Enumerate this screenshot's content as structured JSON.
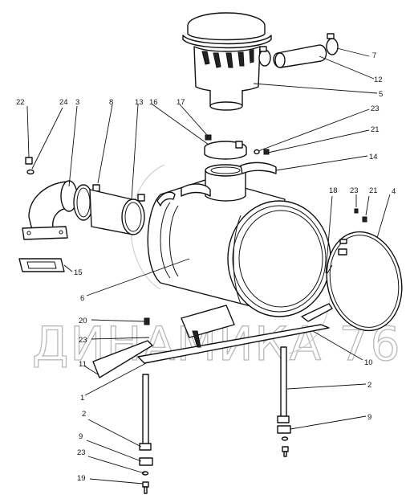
{
  "watermark": {
    "text": "ДИНАМИКА 76",
    "color": "#b8b8b8"
  },
  "callouts": [
    {
      "id": "c1",
      "label": "1"
    },
    {
      "id": "c2a",
      "label": "2"
    },
    {
      "id": "c2b",
      "label": "2"
    },
    {
      "id": "c3",
      "label": "3"
    },
    {
      "id": "c4",
      "label": "4"
    },
    {
      "id": "c5",
      "label": "5"
    },
    {
      "id": "c6",
      "label": "6"
    },
    {
      "id": "c7",
      "label": "7"
    },
    {
      "id": "c8",
      "label": "8"
    },
    {
      "id": "c9a",
      "label": "9"
    },
    {
      "id": "c9b",
      "label": "9"
    },
    {
      "id": "c10",
      "label": "10"
    },
    {
      "id": "c11",
      "label": "11"
    },
    {
      "id": "c12",
      "label": "12"
    },
    {
      "id": "c13",
      "label": "13"
    },
    {
      "id": "c14",
      "label": "14"
    },
    {
      "id": "c15",
      "label": "15"
    },
    {
      "id": "c16",
      "label": "16"
    },
    {
      "id": "c17",
      "label": "17"
    },
    {
      "id": "c18",
      "label": "18"
    },
    {
      "id": "c19",
      "label": "19"
    },
    {
      "id": "c20",
      "label": "20"
    },
    {
      "id": "c21a",
      "label": "21"
    },
    {
      "id": "c21b",
      "label": "21"
    },
    {
      "id": "c22",
      "label": "22"
    },
    {
      "id": "c23a",
      "label": "23"
    },
    {
      "id": "c23b",
      "label": "23"
    },
    {
      "id": "c23c",
      "label": "23"
    },
    {
      "id": "c23d",
      "label": "23"
    },
    {
      "id": "c24",
      "label": "24"
    }
  ]
}
